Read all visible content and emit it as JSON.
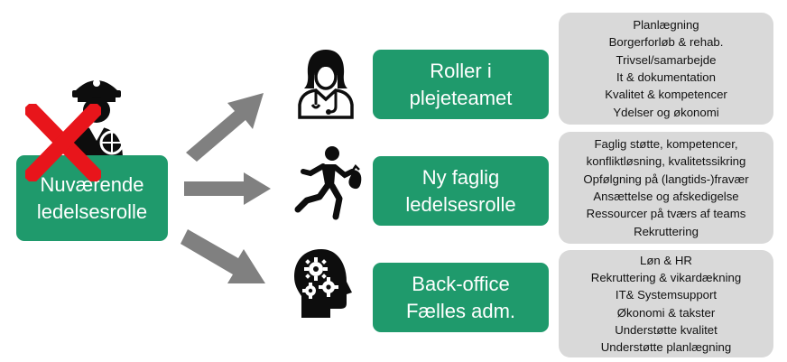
{
  "source_box": {
    "label": "Nuværende\nledelsesrolle",
    "crossed_icon": "captain-icon",
    "cross_color": "#e8151b"
  },
  "targets": [
    {
      "icon": "nurse-icon",
      "label": "Roller i\nplejeteamet",
      "items": [
        "Planlægning",
        "Borgerforløb & rehab.",
        "Trivsel/samarbejde",
        "It & dokumentation",
        "Kvalitet & kompetencer",
        "Ydelser og økonomi"
      ]
    },
    {
      "icon": "running-person-icon",
      "label": "Ny faglig\nledelsesrolle",
      "items": [
        "Faglig støtte, kompetencer,",
        "konfliktløsning, kvalitetssikring",
        "Opfølgning på (langtids-)fravær",
        "Ansættelse og afskedigelse",
        "Ressourcer på tværs af teams",
        "Rekruttering"
      ]
    },
    {
      "icon": "head-gears-icon",
      "label": "Back-office\nFælles adm.",
      "items": [
        "Løn & HR",
        "Rekruttering & vikardækning",
        "IT& Systemsupport",
        "Økonomi & takster",
        "Understøtte kvalitet",
        "Understøtte planlægning"
      ]
    }
  ],
  "colors": {
    "box_green": "#1f9a6c",
    "list_grey": "#d9d9d9",
    "arrow_grey": "#808080",
    "icon_black": "#0d0d0d"
  }
}
